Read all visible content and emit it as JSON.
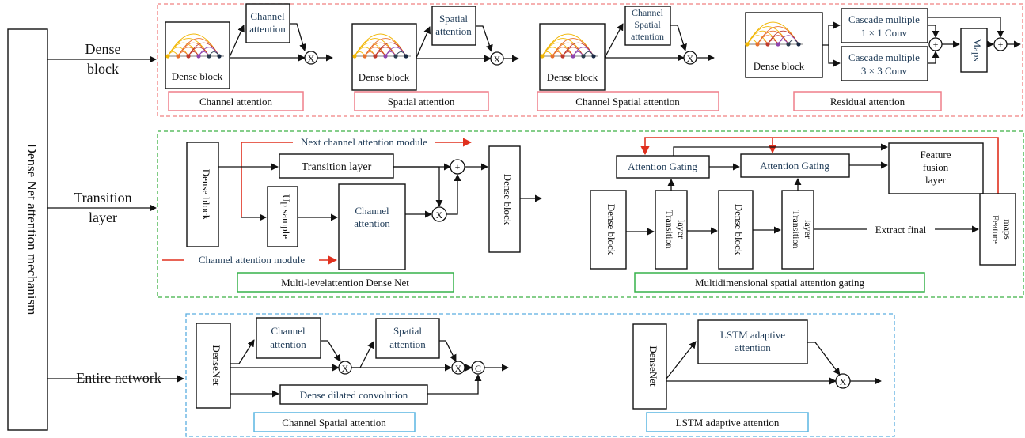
{
  "root": {
    "label": "Dense Net attention mechanism"
  },
  "branches": {
    "dense": {
      "label_line1": "Dense",
      "label_line2": "block"
    },
    "transition": {
      "label_line1": "Transition",
      "label_line2": "layer"
    },
    "entire": {
      "label": "Entire network"
    }
  },
  "dense_row": {
    "dense_block_label": "Dense block",
    "channel": {
      "module_line1": "Channel",
      "module_line2": "attention",
      "caption": "Channel attention"
    },
    "spatial": {
      "module_line1": "Spatial",
      "module_line2": "attention",
      "caption": "Spatial attention"
    },
    "channel_spatial": {
      "module_line1": "Channel",
      "module_line2": "Spatial",
      "module_line3": "attention",
      "caption": "Channel Spatial attention"
    },
    "residual": {
      "cascade1_line1": "Cascade multiple",
      "cascade1_line2": "1 × 1 Conv",
      "cascade3_line1": "Cascade multiple",
      "cascade3_line2": "3 × 3 Conv",
      "maps": "Maps",
      "caption": "Residual attention"
    }
  },
  "transition_row": {
    "multilevel": {
      "dense_block": "Dense block",
      "next_module": "Next channel attention module",
      "transition_layer": "Transition layer",
      "up_sample": "Up sample",
      "channel_line1": "Channel",
      "channel_line2": "attention",
      "module": "Channel attention module",
      "dense_block_out": "Dense block",
      "caption": "Multi-levelattention Dense Net"
    },
    "gating": {
      "attention_gating_1": "Attention Gating",
      "attention_gating_2": "Attention Gating",
      "feature_fusion_line1": "Feature",
      "feature_fusion_line2": "fusion",
      "feature_fusion_line3": "layer",
      "dense_block_1": "Dense block",
      "transition_1_line1": "Transition",
      "transition_1_line2": "layer",
      "dense_block_2": "Dense block",
      "transition_2_line1": "Transition",
      "transition_2_line2": "layer",
      "extract_final": "Extract final",
      "feature_maps_line1": "Feature",
      "feature_maps_line2": "maps",
      "caption": "Multidimensional spatial attention gating"
    }
  },
  "entire_row": {
    "channel_spatial": {
      "densenet": "DenseNet",
      "channel_line1": "Channel",
      "channel_line2": "attention",
      "spatial_line1": "Spatial",
      "spatial_line2": "attention",
      "dilated": "Dense dilated convolution",
      "concat": "C",
      "caption": "Channel Spatial attention"
    },
    "lstm": {
      "densenet": "DenseNet",
      "lstm_line1": "LSTM adaptive",
      "lstm_line2": "attention",
      "caption": "LSTM adaptive attention"
    }
  },
  "ops": {
    "multiply": "X",
    "add": "+"
  },
  "colors": {
    "dense_frame": "#f08080",
    "transition_frame": "#3cb043",
    "entire_frame": "#5aaee0",
    "caption_red": "#ef7f8a",
    "caption_green": "#36b24a",
    "caption_blue": "#5ab5e2",
    "red_arrow": "#e0301e",
    "node_colors": [
      "#f2b705",
      "#e8712c",
      "#c0392b",
      "#8e44ad",
      "#2c3e50",
      "#1a2a44"
    ]
  }
}
